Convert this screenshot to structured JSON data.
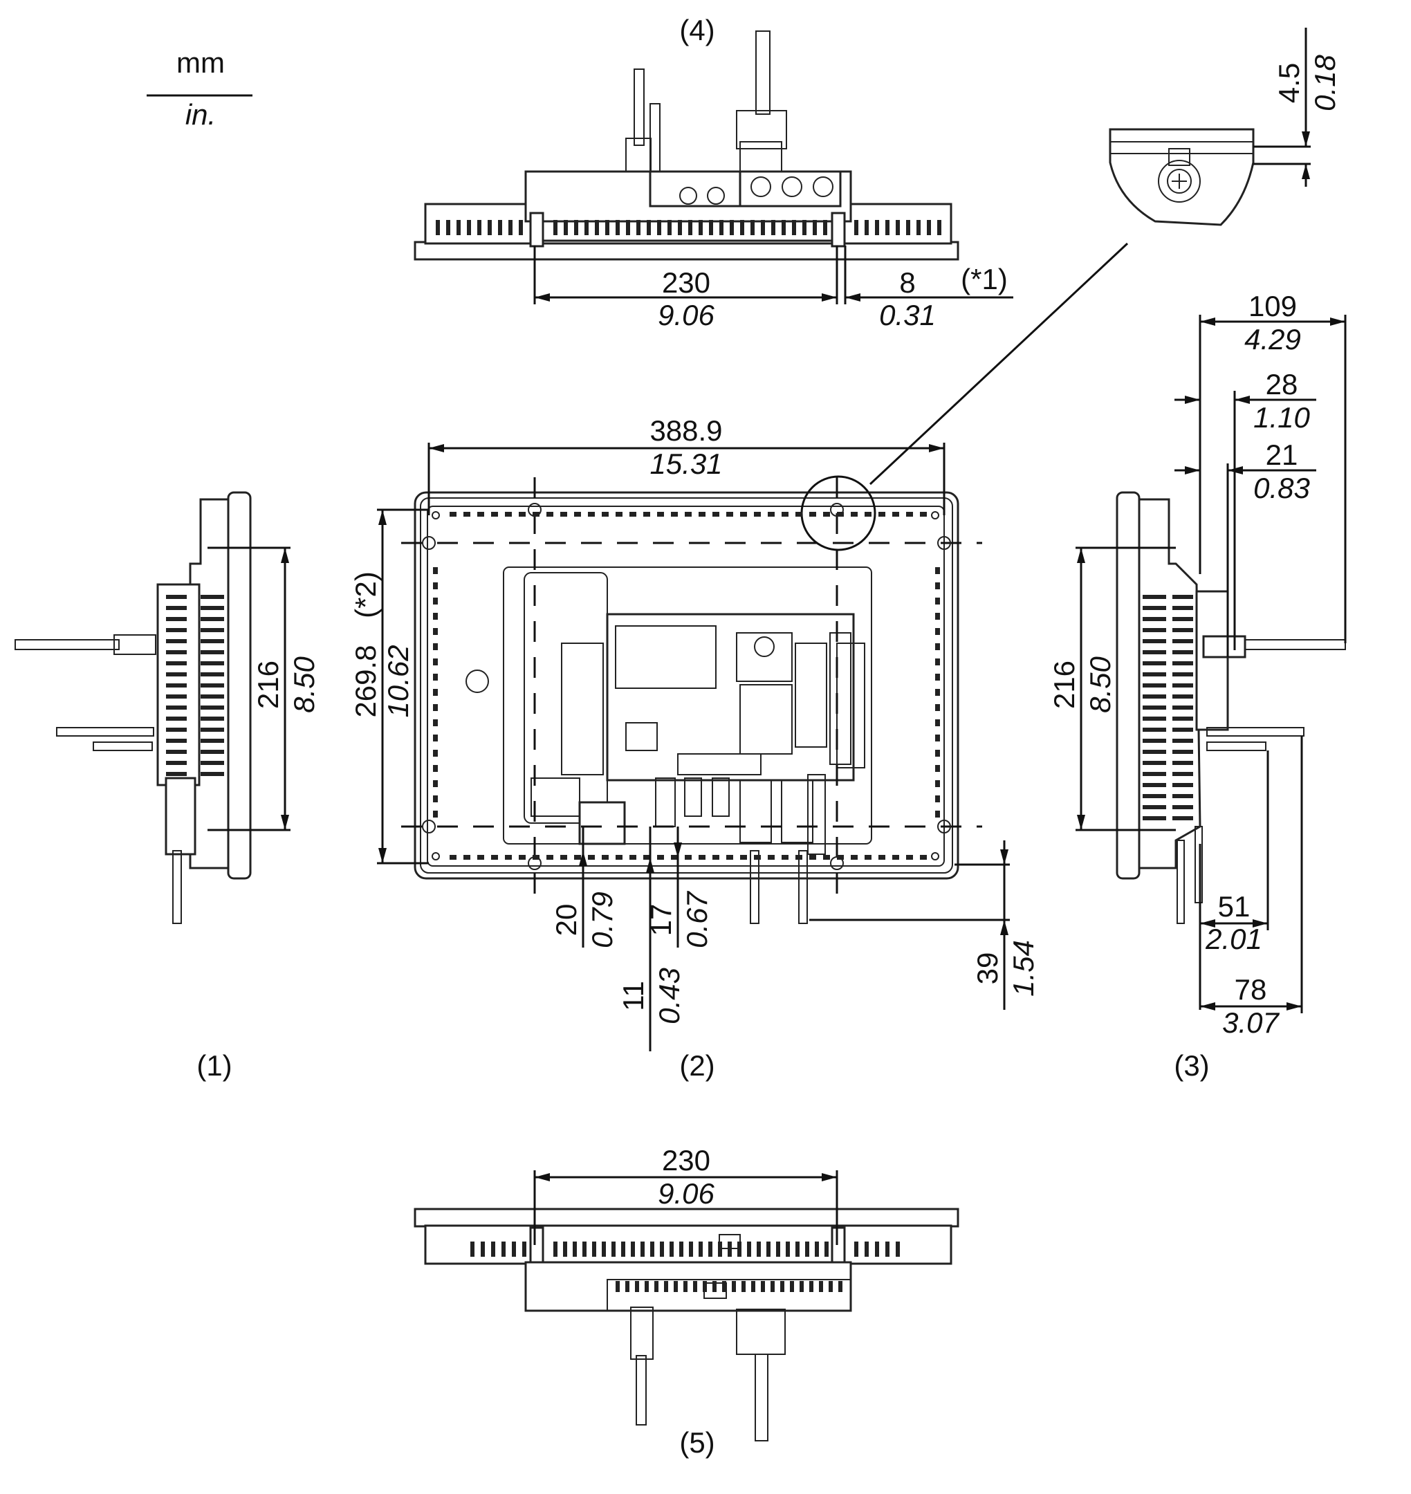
{
  "units": {
    "top": "mm",
    "bottom": "in."
  },
  "views": {
    "v1": "(1)",
    "v2": "(2)",
    "v3": "(3)",
    "v4": "(4)",
    "v5": "(5)"
  },
  "dims": {
    "top_230_mm": "230",
    "top_230_in": "9.06",
    "top_8_mm": "8",
    "top_8_in": "0.31",
    "note1": "(*1)",
    "detail_45_mm": "4.5",
    "detail_45_in": "0.18",
    "r_109_mm": "109",
    "r_109_in": "4.29",
    "r_28_mm": "28",
    "r_28_in": "1.10",
    "r_21_mm": "21",
    "r_21_in": "0.83",
    "w_3889_mm": "388.9",
    "w_3889_in": "15.31",
    "h_2698_mm": "269.8",
    "h_2698_in": "10.62",
    "note2": "(*2)",
    "l_216_mm": "216",
    "l_216_in": "8.50",
    "r_216_mm": "216",
    "r_216_in": "8.50",
    "b_20_mm": "20",
    "b_20_in": "0.79",
    "b_17_mm": "17",
    "b_17_in": "0.67",
    "b_11_mm": "11",
    "b_11_in": "0.43",
    "b_39_mm": "39",
    "b_39_in": "1.54",
    "r_51_mm": "51",
    "r_51_in": "2.01",
    "r_78_mm": "78",
    "r_78_in": "3.07",
    "bot_230_mm": "230",
    "bot_230_in": "9.06"
  }
}
